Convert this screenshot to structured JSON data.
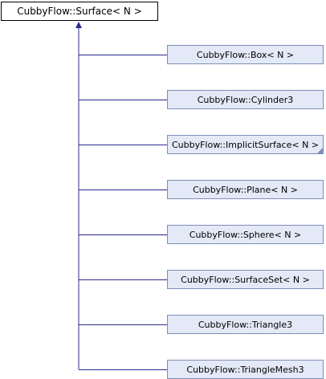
{
  "diagram": {
    "base_class": "CubbyFlow::Surface< N >",
    "derived_classes": [
      "CubbyFlow::Box< N >",
      "CubbyFlow::Cylinder3",
      "CubbyFlow::ImplicitSurface< N >",
      "CubbyFlow::Plane< N >",
      "CubbyFlow::Sphere< N >",
      "CubbyFlow::SurfaceSet< N >",
      "CubbyFlow::Triangle3",
      "CubbyFlow::TriangleMesh3"
    ],
    "colors": {
      "edge": "#2b2b8c",
      "derived_fill": "#e3e9f6",
      "derived_border": "#7c8fb8"
    }
  }
}
